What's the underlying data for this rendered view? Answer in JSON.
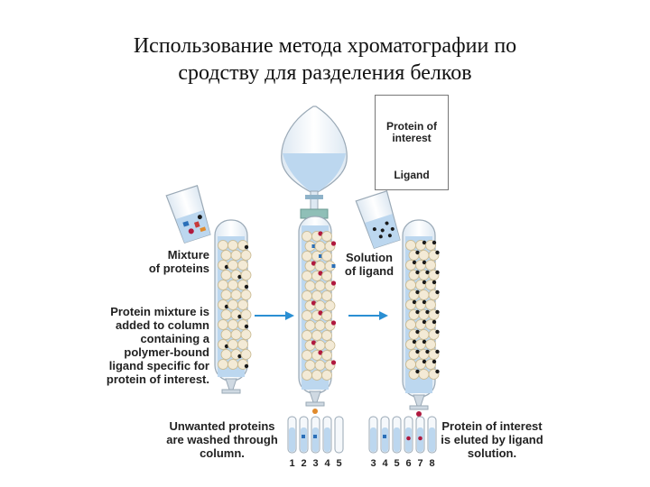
{
  "title": {
    "line1": "Использование метода хроматографии по",
    "line2": "сродству для разделения белков"
  },
  "legend": {
    "protein": "Protein of interest",
    "ligand": "Ligand"
  },
  "labels": {
    "mixture_line1": "Mixture",
    "mixture_line2": "of proteins",
    "solution_line1": "Solution",
    "solution_line2": "of ligand",
    "step_line1": "Protein mixture is",
    "step_line2": "added to column",
    "step_line3": "containing a",
    "step_line4": "polymer-bound",
    "step_line5": "ligand specific for",
    "step_line6": "protein of interest.",
    "unwanted_line1": "Unwanted proteins",
    "unwanted_line2": "are washed through",
    "unwanted_line3": "column.",
    "eluted_line1": "Protein of interest",
    "eluted_line2": "is eluted by ligand",
    "eluted_line3": "solution."
  },
  "fractions_left": [
    "1",
    "2",
    "3",
    "4",
    "5"
  ],
  "fractions_right": [
    "3",
    "4",
    "5",
    "6",
    "7",
    "8"
  ],
  "colors": {
    "liquid": "#bcd7ef",
    "bead": "#f3ead6",
    "protein": "#b0193e",
    "ligand": "#1a1a1a",
    "arrow": "#2a8fd3"
  }
}
